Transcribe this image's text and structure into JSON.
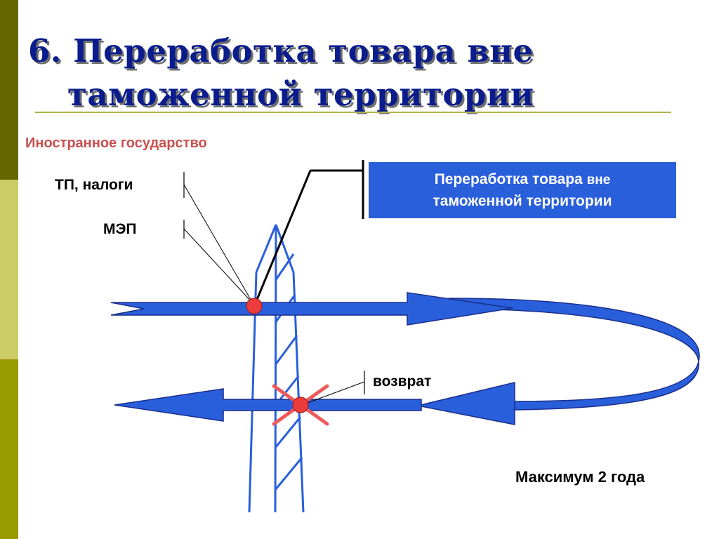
{
  "title": {
    "line1": "6. Переработка товара вне",
    "line2": "таможенной территории"
  },
  "labels": {
    "foreign_state": "Иностранное государство",
    "tp_taxes": "ТП, налоги",
    "mep": "МЭП",
    "return": "возврат",
    "max_period": "Максимум 2 года"
  },
  "process_box": {
    "line1_main": "Переработка товара",
    "line1_tail": "вне",
    "line2": "таможенной территории"
  },
  "colors": {
    "arrow_fill": "#2a5fdc",
    "arrow_stroke": "#1a2f8a",
    "border_lines": "#2a5fdc",
    "marker": "#ee3b3b",
    "cross": "#ee5a5a",
    "title": "#0b1d8c"
  }
}
